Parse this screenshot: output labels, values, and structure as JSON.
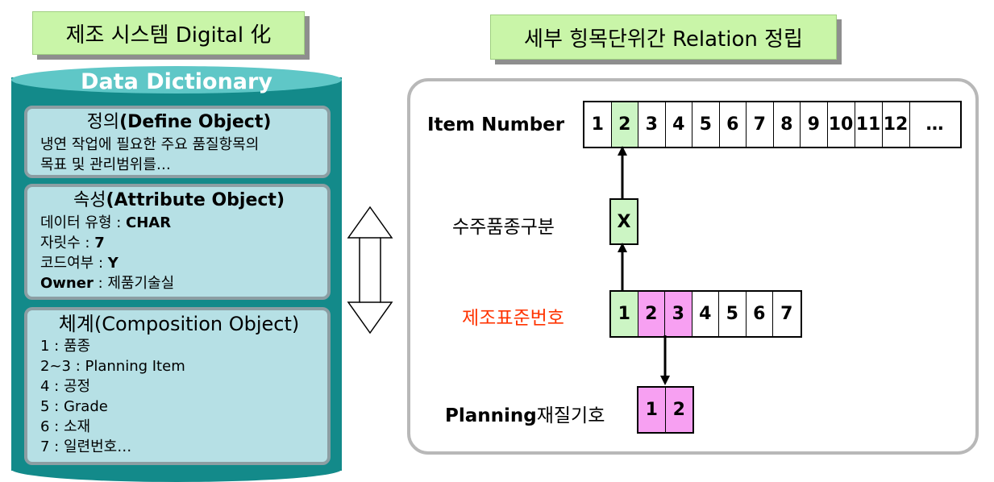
{
  "left_title": "제조 시스템 Digital 化",
  "right_title": "세부 힝목단위간 Relation 정립",
  "dictionary": {
    "title": "Data Dictionary",
    "define": {
      "heading_ko": "정의",
      "heading_en": "(Define Object)",
      "line1": "냉연 작업에 필요한 주요 품질항목의",
      "line2": "목표 및 관리범위를…"
    },
    "attribute": {
      "heading_ko": "속성",
      "heading_en": "(Attribute Object)",
      "rows": [
        {
          "label": "데이터 유형 : ",
          "value": "CHAR"
        },
        {
          "label": "자릿수 : ",
          "value": "7"
        },
        {
          "label": "코드여부 : ",
          "value": "Y"
        }
      ],
      "owner_label": "Owner",
      "owner_value": " : 제품기술실"
    },
    "composition": {
      "heading": "체계(Composition Object)",
      "rows": [
        "1 : 품종",
        "2~3 : Planning Item",
        "4 : 공정",
        "5 : Grade",
        "6 : 소재",
        "7 : 일련번호…"
      ]
    }
  },
  "relation": {
    "item_number": {
      "label": "Item Number",
      "cells": [
        "1",
        "2",
        "3",
        "4",
        "5",
        "6",
        "7",
        "8",
        "9",
        "10",
        "11",
        "12",
        "…"
      ]
    },
    "order_type": {
      "label": "수주품종구분",
      "cell": "X"
    },
    "standard_no": {
      "label": "제조표준번호",
      "cells": [
        "1",
        "2",
        "3",
        "4",
        "5",
        "6",
        "7"
      ]
    },
    "planning": {
      "label_en": "Planning",
      "label_ko": "재질기호",
      "cells": [
        "1",
        "2"
      ]
    }
  },
  "colors": {
    "title_green": "#c9f5a8",
    "cylinder_teal": "#138a8a",
    "cylinder_top": "#5fc7c7",
    "panel_fill": "#b6e0e5",
    "cell_green": "#ccf5c4",
    "cell_pink": "#f7a0f2",
    "label_red": "#ff3300"
  }
}
